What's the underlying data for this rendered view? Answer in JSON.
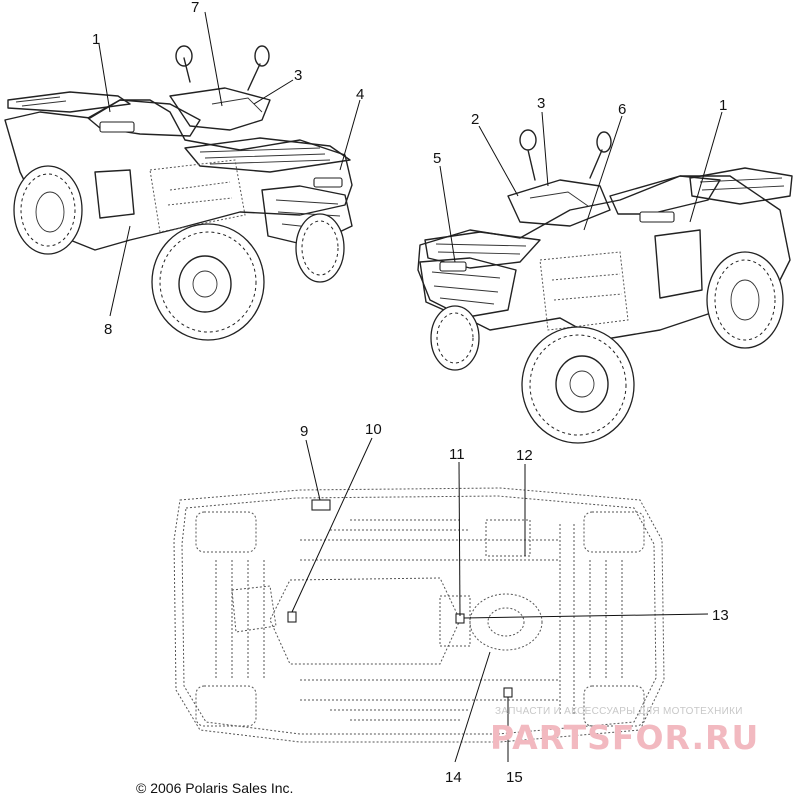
{
  "callouts": [
    "1",
    "7",
    "3",
    "4",
    "8",
    "2",
    "3",
    "6",
    "1",
    "5",
    "9",
    "10",
    "11",
    "12",
    "13",
    "14",
    "15"
  ],
  "footer": {
    "copyright": "© 2006 Polaris Sales Inc."
  },
  "watermark": {
    "caption": "ЗАПЧАСТИ И АКСЕССУАРЫ ДЛЯ МОТОТЕХНИКИ",
    "site": "PARTSFOR.RU"
  }
}
